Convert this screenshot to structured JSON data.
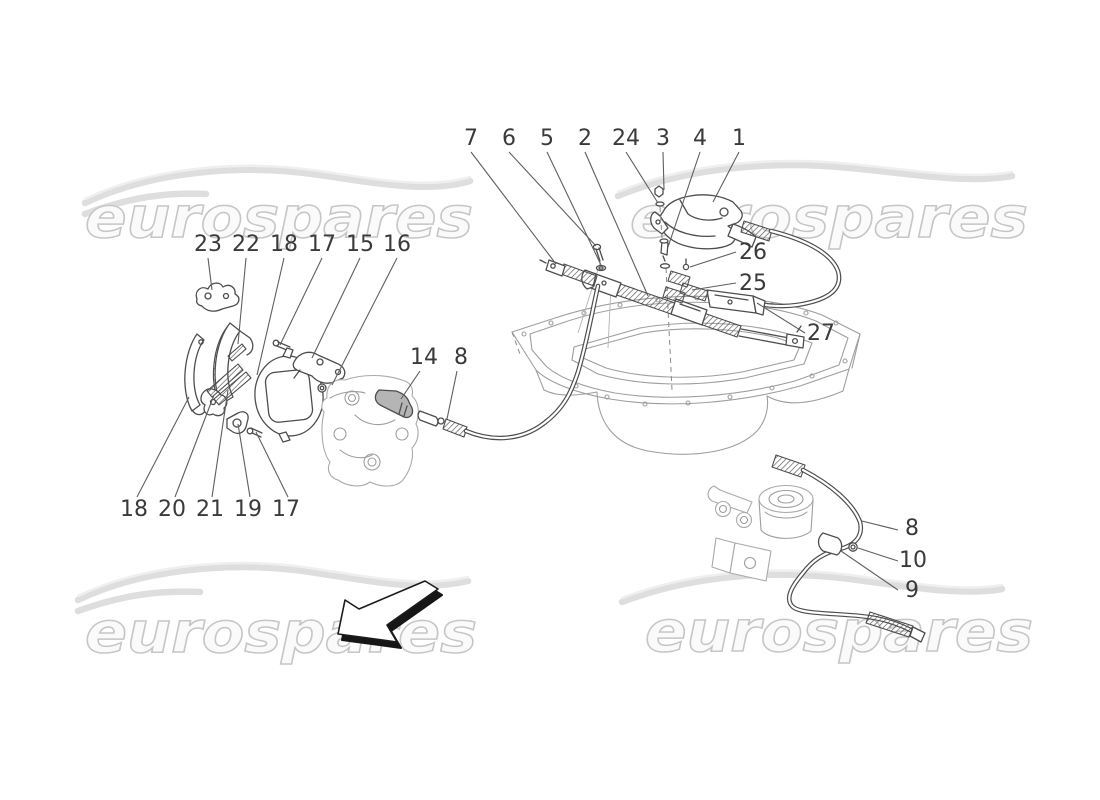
{
  "watermark": {
    "text": "eurospares"
  },
  "colors": {
    "background": "#ffffff",
    "watermark_outline": "#c6c6c6",
    "watermark_fill": "#fafafa",
    "main_line": "#4d4d4d",
    "light_line": "#9e9e9e",
    "label_text": "#3a3a3a"
  },
  "diagram": {
    "type": "exploded-parts-drawing",
    "subject": "handbrake / parking brake assembly",
    "arrow_direction": "down-left"
  },
  "callouts": {
    "top": [
      "7",
      "6",
      "5",
      "2",
      "24",
      "3",
      "4",
      "1"
    ],
    "upper_left": [
      "23",
      "22",
      "18",
      "17",
      "15",
      "16"
    ],
    "adjuster": [
      "26",
      "25",
      "27"
    ],
    "front_cable": [
      "14",
      "8"
    ],
    "lower_left": [
      "18",
      "20",
      "21",
      "19",
      "17"
    ],
    "rear_cable": [
      "8",
      "10",
      "9"
    ]
  }
}
